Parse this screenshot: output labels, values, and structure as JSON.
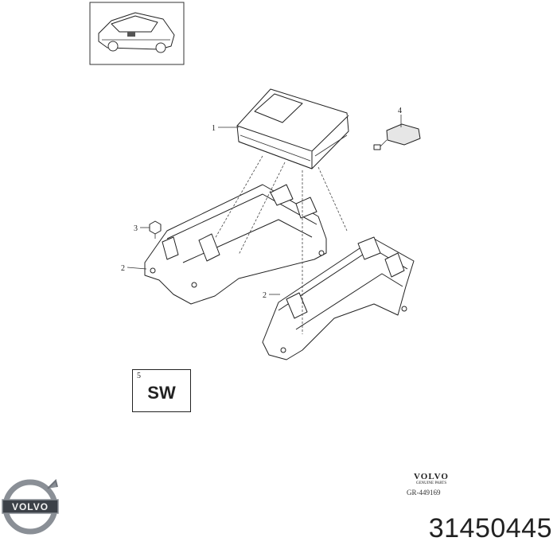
{
  "callouts": {
    "c1": "1",
    "c2a": "2",
    "c2b": "2",
    "c3": "3",
    "c4": "4",
    "c5": "5"
  },
  "sw_label": "SW",
  "volvo_parts": {
    "logo": "VOLVO",
    "sub": "GENUINE PARTS",
    "ref": "GR-449169"
  },
  "brand_logo": {
    "text": "VOLVO",
    "colors": {
      "steel": "#8a8f96",
      "dark": "#3c4148",
      "text": "#f2f2f2"
    }
  },
  "part_number": "31450445"
}
